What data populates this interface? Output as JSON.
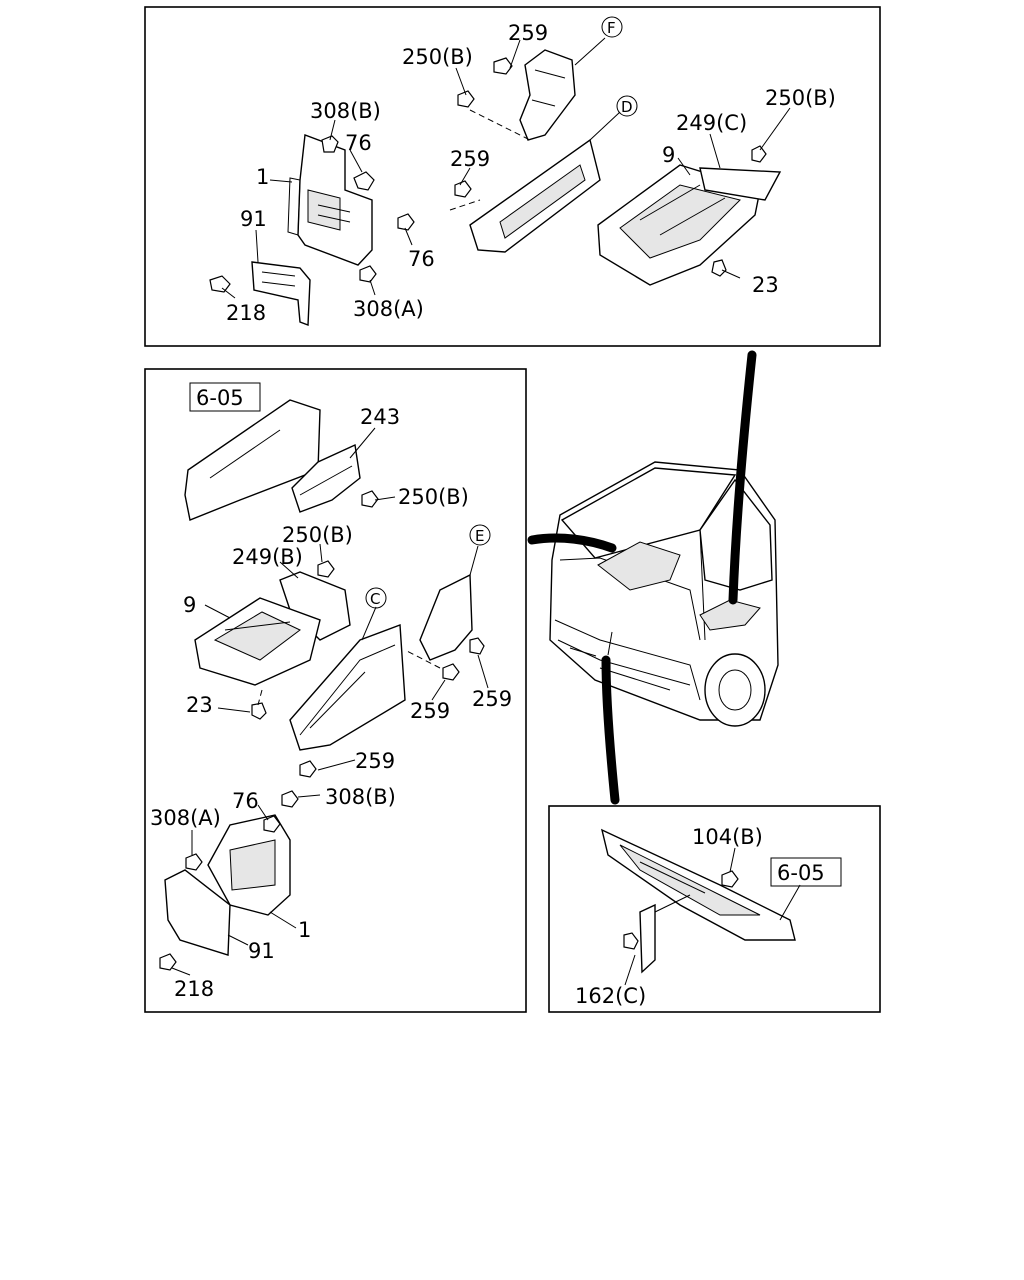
{
  "top_panel": {
    "callouts": {
      "c259": "259",
      "c250b_1": "250(B)",
      "cF": "F",
      "c308b": "308(B)",
      "c76a": "76",
      "cD": "D",
      "c250b_2": "250(B)",
      "c249c": "249(C)",
      "c1": "1",
      "c9": "9",
      "c259b": "259",
      "c91": "91",
      "c76b": "76",
      "c23": "23",
      "c218": "218",
      "c308a": "308(A)"
    }
  },
  "left_panel": {
    "ref_box": "6-05",
    "callouts": {
      "c243": "243",
      "c250b_1": "250(B)",
      "c250b_2": "250(B)",
      "c249b": "249(B)",
      "cE": "E",
      "c9": "9",
      "cC": "C",
      "c23": "23",
      "c259a": "259",
      "c259b": "259",
      "c259c": "259",
      "c76": "76",
      "c308b": "308(B)",
      "c308a": "308(A)",
      "c1": "1",
      "c91": "91",
      "c218": "218"
    }
  },
  "right_panel": {
    "ref_box": "6-05",
    "callouts": {
      "c104b": "104(B)",
      "c162c": "162(C)"
    }
  }
}
